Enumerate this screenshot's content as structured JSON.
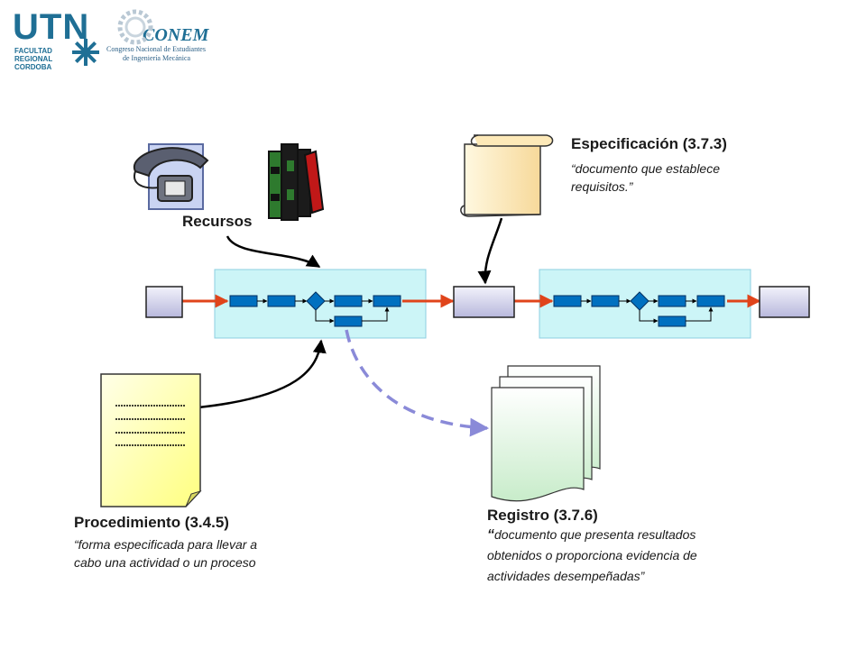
{
  "logos": {
    "utn": {
      "main": "UTN",
      "line1": "FACULTAD",
      "line2": "REGIONAL",
      "line3": "CORDOBA"
    },
    "conem": {
      "main": "CONEM",
      "line1": "Congreso Nacional de Estudiantes",
      "line2": "de Ingeniería Mecánica"
    }
  },
  "resources": {
    "label": "Recursos"
  },
  "specification": {
    "title": "Especificación (3.7.3)",
    "quote_line1": "“documento que establece",
    "quote_line2": "requisitos.”"
  },
  "procedure": {
    "title": "Procedimiento (3.4.5)",
    "quote_line1": "“forma especificada para llevar a",
    "quote_line2": "cabo una actividad o un proceso"
  },
  "record": {
    "title": "Registro (3.7.6)",
    "quote_mark": "“",
    "quote_line1": "documento que presenta resultados",
    "quote_line2": "obtenidos o proporciona evidencia de",
    "quote_line3": "actividades desempeñadas”"
  },
  "colors": {
    "process_fill": "#ccf5f7",
    "step_fill": "#0070c0",
    "flow_arrow": "#e0441b",
    "io_box": "#d9d9f0",
    "scroll_fill": "#fde9b8",
    "procedure_fill": "#ffffa8",
    "record_fill": "#ddf3de",
    "logo_blue": "#1f6f95"
  }
}
